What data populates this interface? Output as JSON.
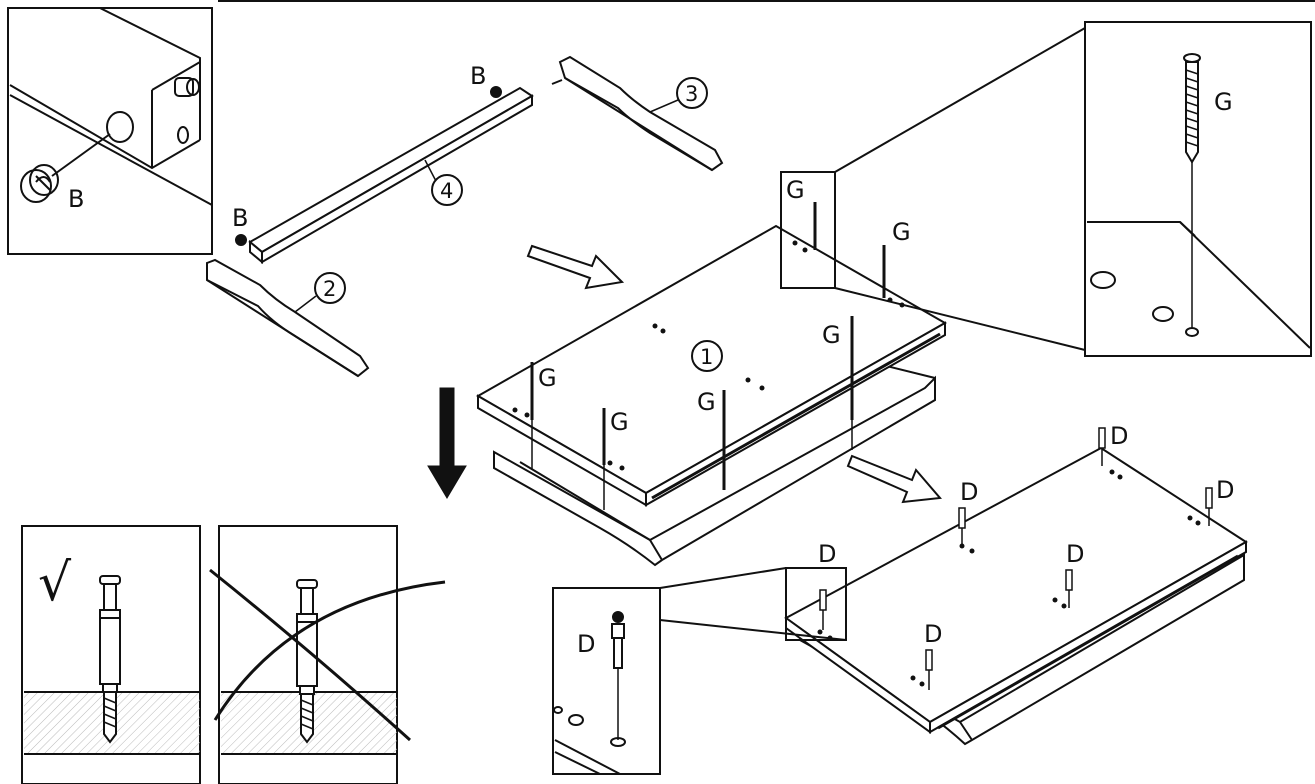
{
  "labels": {
    "b": "B",
    "g": "G",
    "d": "D"
  },
  "parts": {
    "p1": "1",
    "p2": "2",
    "p3": "3",
    "p4": "4"
  },
  "marks": {
    "check": "√"
  }
}
